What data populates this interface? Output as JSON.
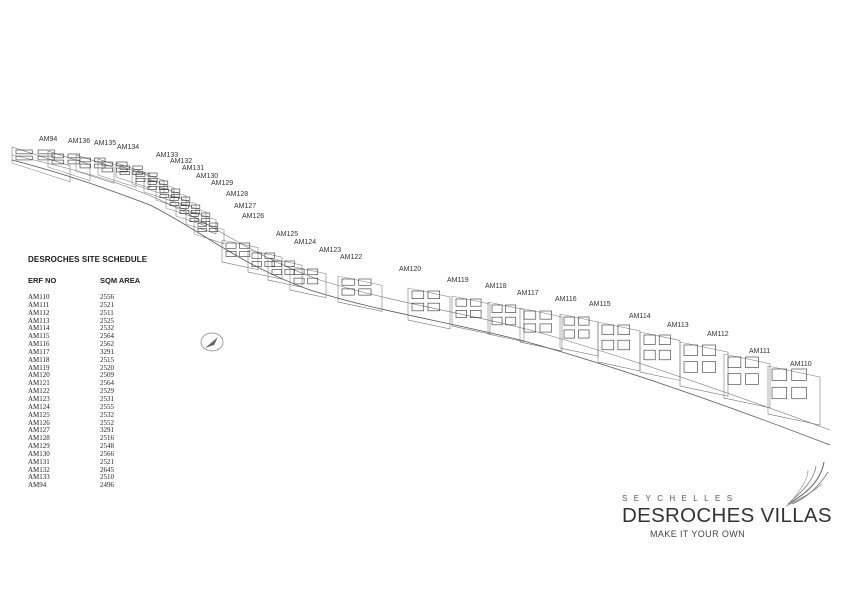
{
  "schedule": {
    "title": "DESROCHES SITE SCHEDULE",
    "col_erf": "ERF NO",
    "col_area": "SQM AREA",
    "rows": [
      {
        "erf": "AM110",
        "area": "2556"
      },
      {
        "erf": "AM111",
        "area": "2521"
      },
      {
        "erf": "AM112",
        "area": "2511"
      },
      {
        "erf": "AM113",
        "area": "2525"
      },
      {
        "erf": "AM114",
        "area": "2532"
      },
      {
        "erf": "AM115",
        "area": "2564"
      },
      {
        "erf": "AM116",
        "area": "2562"
      },
      {
        "erf": "AM117",
        "area": "3291"
      },
      {
        "erf": "AM118",
        "area": "2515"
      },
      {
        "erf": "AM119",
        "area": "2520"
      },
      {
        "erf": "AM120",
        "area": "2509"
      },
      {
        "erf": "AM121",
        "area": "2564"
      },
      {
        "erf": "AM122",
        "area": "2529"
      },
      {
        "erf": "AM123",
        "area": "2531"
      },
      {
        "erf": "AM124",
        "area": "2555"
      },
      {
        "erf": "AM125",
        "area": "2532"
      },
      {
        "erf": "AM126",
        "area": "2552"
      },
      {
        "erf": "AM127",
        "area": "3291"
      },
      {
        "erf": "AM128",
        "area": "2516"
      },
      {
        "erf": "AM129",
        "area": "2548"
      },
      {
        "erf": "AM130",
        "area": "2566"
      },
      {
        "erf": "AM131",
        "area": "2521"
      },
      {
        "erf": "AM132",
        "area": "2645"
      },
      {
        "erf": "AM133",
        "area": "2510"
      },
      {
        "erf": "AM94",
        "area": "2496"
      }
    ]
  },
  "map_plot_labels": [
    "AM94",
    "AM136",
    "AM135",
    "AM134",
    "AM133",
    "AM132",
    "AM131",
    "AM130",
    "AM129",
    "AM128",
    "AM127",
    "AM126",
    "AM125",
    "AM124",
    "AM123",
    "AM122",
    "AM120",
    "AM119",
    "AM118",
    "AM117",
    "AM116",
    "AM115",
    "AM114",
    "AM113",
    "AM112",
    "AM111",
    "AM110"
  ],
  "brand": {
    "country": "SEYCHELLES",
    "name": "DESROCHES VILLAS",
    "tagline": "MAKE IT YOUR OWN"
  },
  "colors": {
    "line": "#444444",
    "ink": "#222222"
  }
}
